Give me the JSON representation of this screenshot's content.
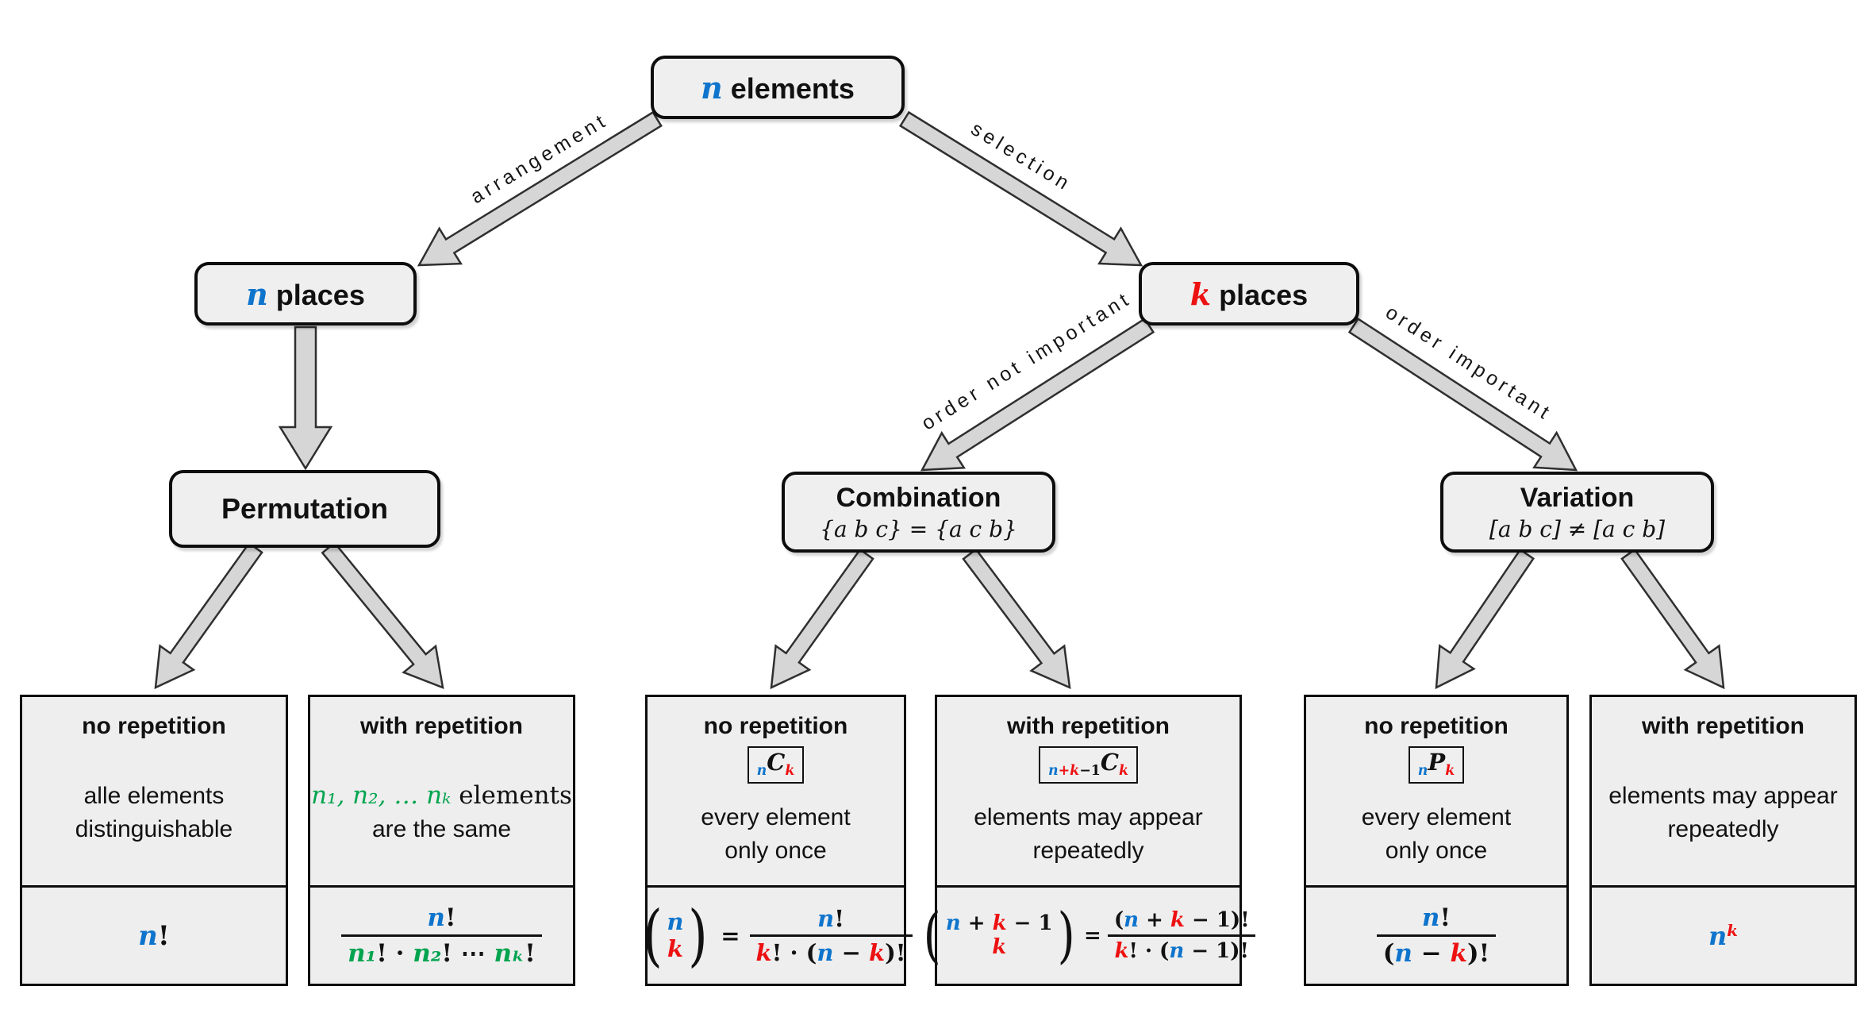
{
  "colors": {
    "blue": "#0e74cc",
    "red": "#ed1111",
    "green": "#00a44f",
    "box_fill": "#efefef",
    "arrow_fill": "#d6d6d6",
    "border": "#0d0d0d"
  },
  "nodes": {
    "root": {
      "tokens": [
        [
          "n",
          "b"
        ],
        [
          " elements",
          "k"
        ]
      ]
    },
    "n_places": {
      "tokens": [
        [
          "n",
          "b"
        ],
        [
          " places",
          "k"
        ]
      ]
    },
    "k_places": {
      "tokens": [
        [
          "k",
          "r"
        ],
        [
          " places",
          "k"
        ]
      ]
    },
    "permutation": {
      "title": "Permutation"
    },
    "combination": {
      "title": "Combination",
      "subtitle": "{a b c} = {a c b}"
    },
    "variation": {
      "title": "Variation",
      "subtitle": "[a b c] ≠ [a c b]"
    }
  },
  "edge_labels": {
    "arrangement": "arrangement",
    "selection": "selection",
    "order_not_important": "order not important",
    "order_important": "order important"
  },
  "leaves": {
    "perm_no_rep": {
      "heading": "no repetition",
      "desc": [
        "alle elements",
        "distinguishable"
      ],
      "formula_line": [
        [
          "n",
          "b"
        ],
        [
          "!",
          "k"
        ]
      ]
    },
    "perm_with_rep": {
      "heading": "with repetition",
      "desc_math": [
        [
          "n₁, n₂, … nₖ",
          "g"
        ],
        [
          " elements",
          "k"
        ]
      ],
      "desc2": "are the same",
      "frac": {
        "num": [
          [
            "n",
            "b"
          ],
          [
            "!",
            "k"
          ]
        ],
        "den": [
          [
            "n₁",
            "g"
          ],
          [
            "! · ",
            "k"
          ],
          [
            "n₂",
            "g"
          ],
          [
            "! ⋯ ",
            "k"
          ],
          [
            "nₖ",
            "g"
          ],
          [
            "!",
            "k"
          ]
        ]
      }
    },
    "comb_no_rep": {
      "heading": "no repetition",
      "badge": [
        [
          "n",
          "b",
          "sub"
        ],
        [
          "C",
          "k",
          "i"
        ],
        [
          "k",
          "r",
          "sub"
        ]
      ],
      "desc": [
        "every element",
        "only once"
      ],
      "binom": {
        "top": [
          [
            "n",
            "b"
          ]
        ],
        "bottom": [
          [
            "k",
            "r"
          ]
        ]
      },
      "equals": "=",
      "frac": {
        "num": [
          [
            "n",
            "b"
          ],
          [
            "!",
            "k"
          ]
        ],
        "den": [
          [
            "k",
            "r"
          ],
          [
            "! · (",
            "k"
          ],
          [
            "n",
            "b"
          ],
          [
            " − ",
            "k"
          ],
          [
            "k",
            "r"
          ],
          [
            ")!",
            "k"
          ]
        ]
      }
    },
    "comb_with_rep": {
      "heading": "with repetition",
      "badge": [
        [
          "n",
          "b",
          "sub"
        ],
        [
          "+",
          "r",
          "sub"
        ],
        [
          "k",
          "r",
          "sub"
        ],
        [
          "−1",
          "k",
          "sub"
        ],
        [
          "C",
          "k",
          "i"
        ],
        [
          "k",
          "r",
          "sub"
        ]
      ],
      "desc": [
        "elements may appear",
        "repeatedly"
      ],
      "binom": {
        "top": [
          [
            "n",
            "b"
          ],
          [
            " + ",
            "k"
          ],
          [
            "k",
            "r"
          ],
          [
            " − 1",
            "k"
          ]
        ],
        "bottom": [
          [
            "k",
            "r"
          ]
        ]
      },
      "equals": "=",
      "frac": {
        "num": [
          [
            "(",
            "k"
          ],
          [
            "n",
            "b"
          ],
          [
            " + ",
            "k"
          ],
          [
            "k",
            "r"
          ],
          [
            " − 1)!",
            "k"
          ]
        ],
        "den": [
          [
            "k",
            "r"
          ],
          [
            "! · (",
            "k"
          ],
          [
            "n",
            "b"
          ],
          [
            " − 1)!",
            "k"
          ]
        ]
      }
    },
    "var_no_rep": {
      "heading": "no repetition",
      "badge": [
        [
          "n",
          "b",
          "sub"
        ],
        [
          "P",
          "k",
          "i"
        ],
        [
          "k",
          "r",
          "sub"
        ]
      ],
      "desc": [
        "every element",
        "only once"
      ],
      "frac": {
        "num": [
          [
            "n",
            "b"
          ],
          [
            "!",
            "k"
          ]
        ],
        "den": [
          [
            "(",
            "k"
          ],
          [
            "n",
            "b"
          ],
          [
            " − ",
            "k"
          ],
          [
            "k",
            "r"
          ],
          [
            ")!",
            "k"
          ]
        ]
      }
    },
    "var_with_rep": {
      "heading": "with repetition",
      "desc": [
        "elements may appear",
        "repeatedly"
      ],
      "formula_line": [
        [
          "n",
          "b"
        ],
        [
          "k",
          "r",
          "sup"
        ]
      ]
    }
  }
}
